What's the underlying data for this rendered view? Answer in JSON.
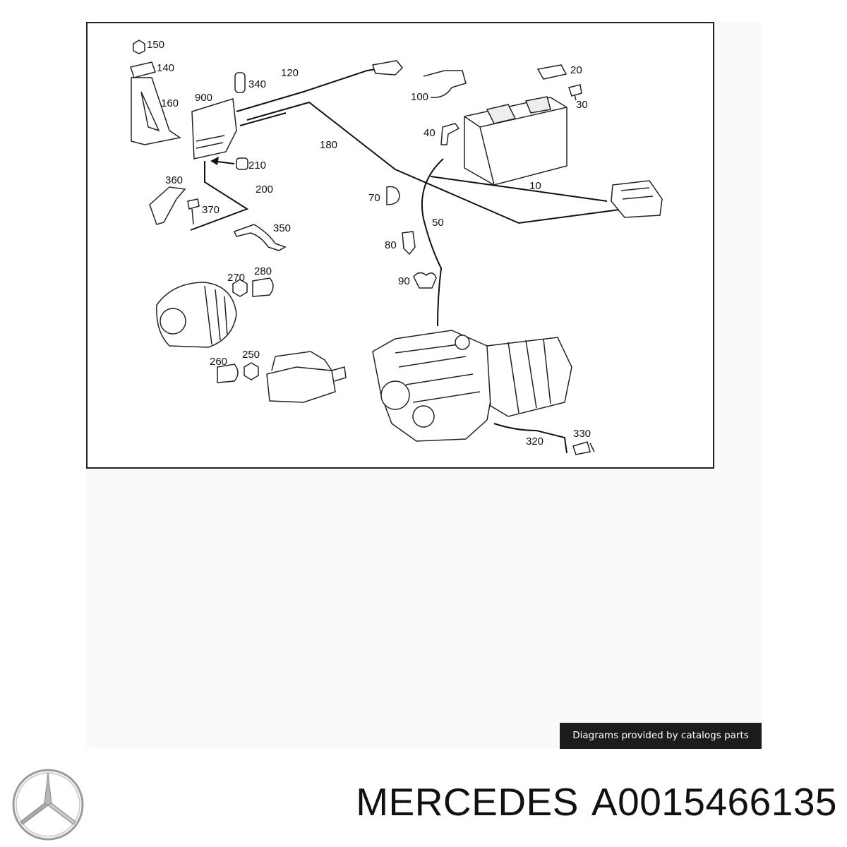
{
  "diagram": {
    "callouts": [
      "150",
      "140",
      "160",
      "900",
      "340",
      "120",
      "100",
      "20",
      "30",
      "40",
      "10",
      "210",
      "180",
      "360",
      "200",
      "370",
      "70",
      "50",
      "350",
      "80",
      "90",
      "270",
      "280",
      "260",
      "250",
      "330",
      "320"
    ]
  },
  "footer": {
    "credit": "Diagrams provided by catalogs parts",
    "brand": "MERCEDES",
    "part_number": "A0015466135"
  },
  "logo": {
    "icon": "mercedes-star-icon"
  }
}
